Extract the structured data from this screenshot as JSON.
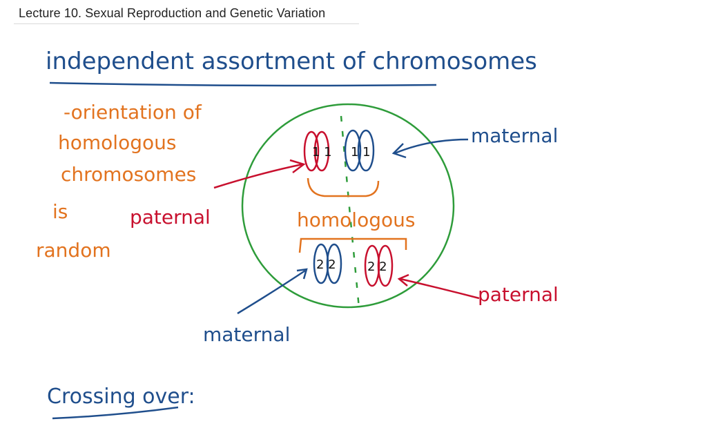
{
  "header": {
    "title": "Lecture 10. Sexual Reproduction and Genetic Variation"
  },
  "notes": {
    "heading": "independent assortment of chromosomes",
    "orientation_lines": [
      "-orientation of",
      "homologous",
      "chromosomes",
      "is",
      "random"
    ],
    "label_paternal_left": "paternal",
    "label_maternal_top": "maternal",
    "label_homologous": "homologous",
    "label_paternal_right": "paternal",
    "label_maternal_bottom": "maternal",
    "chromosome_numbers": {
      "top_red": "1 1",
      "top_blue": "1 1",
      "bottom_blue": "2 2",
      "bottom_red": "2 2"
    },
    "crossing_over": "Crossing over:"
  },
  "colors": {
    "blue": "#1f4e8c",
    "orange": "#e2731f",
    "red": "#c8102e",
    "green": "#2e9c3a"
  }
}
